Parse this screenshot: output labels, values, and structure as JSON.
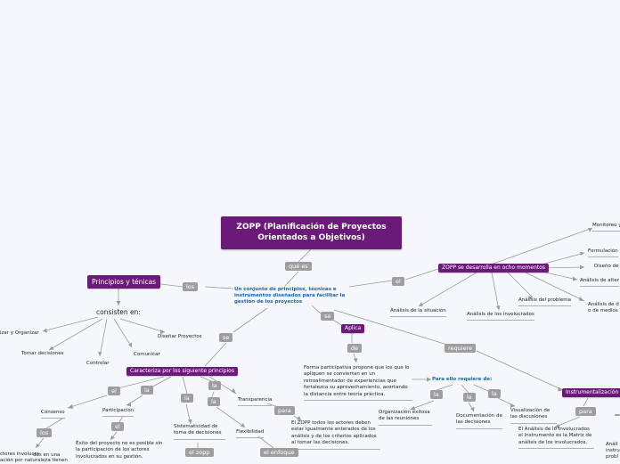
{
  "root": {
    "title": "ZOPP (Planificación de Proyectos Orientados a Objetivos)"
  },
  "connectors": {
    "que_es": "qué es",
    "los": "los",
    "el": "el",
    "se": "se",
    "de": "de",
    "requiere": "requiere",
    "la": "la",
    "para": "para",
    "el_enfoque": "el enfoque",
    "el_zopp": "el zopp"
  },
  "definition": "Un conjunto de principios, técnicas e instrumentos diseñados para facilitar la gestión de los proyectos",
  "principios": {
    "title": "Principios y ténicas",
    "consisten": "consisten en:",
    "items": [
      "izar y Organizar",
      "Tomar decisiones",
      "Controlar",
      "Comunicar",
      "Diseñar Proyectos"
    ]
  },
  "ocho_momentos": {
    "title": "ZOPP se desarrolla en ocho momentos",
    "items": [
      "Monitoreo y",
      "Formulación",
      "Diseño de",
      "Análisis de alter",
      "Análisis de d\no de medios",
      "Análisis del problema",
      "Análisis de los involucrados",
      "Análisis de la situación"
    ]
  },
  "aplica": {
    "title": "Aplica",
    "text": "Forma participativa propone que los que lo apliquen se conviertan en un retroalimentador de experiencias que fortalezca su aprovechamiento, acortando la distancia entre teoría práctica."
  },
  "para_ello": {
    "title": "Para ello requiere de:",
    "items": [
      "Organización exitosa de las reuniones",
      "Documentación de las decisiones",
      "Visualización de las discusiones"
    ]
  },
  "caracteriza": {
    "title": "Caracteriza por  los siguiente principios",
    "consenso": "Consenso",
    "participacion": "Participación",
    "transparencia": "Transparencia",
    "sistematicidad": "Sistematicidad de toma de decisiones",
    "flexibilidad": "Flexibilidad",
    "exito": "Éxito del proyecto no es posible sin la participación de los actores involucrados en su gestión.",
    "zopp_todos": "El ZOPP todos los actores deben estar igualmente enterados de los análisis y de los criterios aplicados al tomar las decisiones.",
    "actores": "ctores involucra",
    "actores2": "dos en una",
    "accion": "ación por naturaleza tienen"
  },
  "instrumentalizacion": {
    "title": "Instrumentalización de",
    "text": "El Análisis de lo Involucrados el Instrumento es la Matriz de análisis de los involucrados.",
    "side": "Análi\ninstru\nprobl"
  }
}
